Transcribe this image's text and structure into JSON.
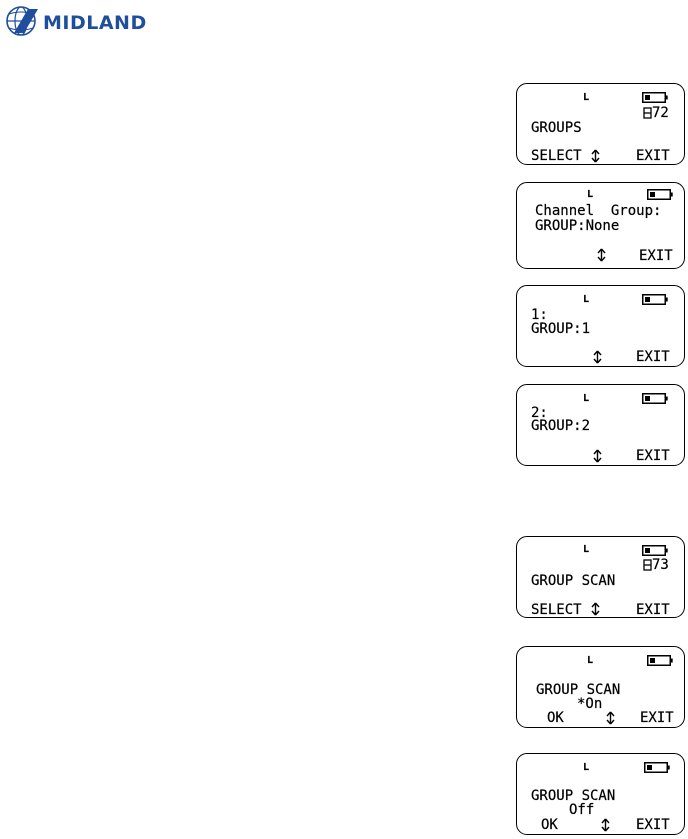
{
  "logo": {
    "brand": "MIDLAND"
  },
  "screens": [
    {
      "mode": "L",
      "number": "72",
      "line1": "GROUPS",
      "line2": "",
      "left_key": "SELECT",
      "center_key": "",
      "right_key": "EXIT"
    },
    {
      "mode": "L",
      "number": "",
      "line1": "Channel  Group:",
      "line2": "GROUP:None",
      "left_key": "",
      "center_key": "",
      "right_key": "EXIT"
    },
    {
      "mode": "L",
      "number": "",
      "line1": "1:",
      "line2": "GROUP:1",
      "left_key": "",
      "center_key": "",
      "right_key": "EXIT"
    },
    {
      "mode": "L",
      "number": "",
      "line1": "2:",
      "line2": "GROUP:2",
      "left_key": "",
      "center_key": "",
      "right_key": "EXIT"
    },
    {
      "mode": "L",
      "number": "73",
      "line1": "GROUP SCAN",
      "line2": "",
      "left_key": "SELECT",
      "center_key": "",
      "right_key": "EXIT"
    },
    {
      "mode": "L",
      "number": "",
      "line1": "GROUP SCAN",
      "line2": "*On",
      "left_key": "OK",
      "center_key": "",
      "right_key": "EXIT"
    },
    {
      "mode": "L",
      "number": "",
      "line1": "GROUP SCAN",
      "line2": "Off",
      "left_key": "OK",
      "center_key": "",
      "right_key": "EXIT"
    }
  ],
  "icons": {
    "battery": "battery-icon",
    "menu_number": "menu-icon",
    "up_down": "up-down-arrow-icon",
    "globe": "globe-icon"
  },
  "colors": {
    "brand_blue": "#1f4e9c"
  }
}
